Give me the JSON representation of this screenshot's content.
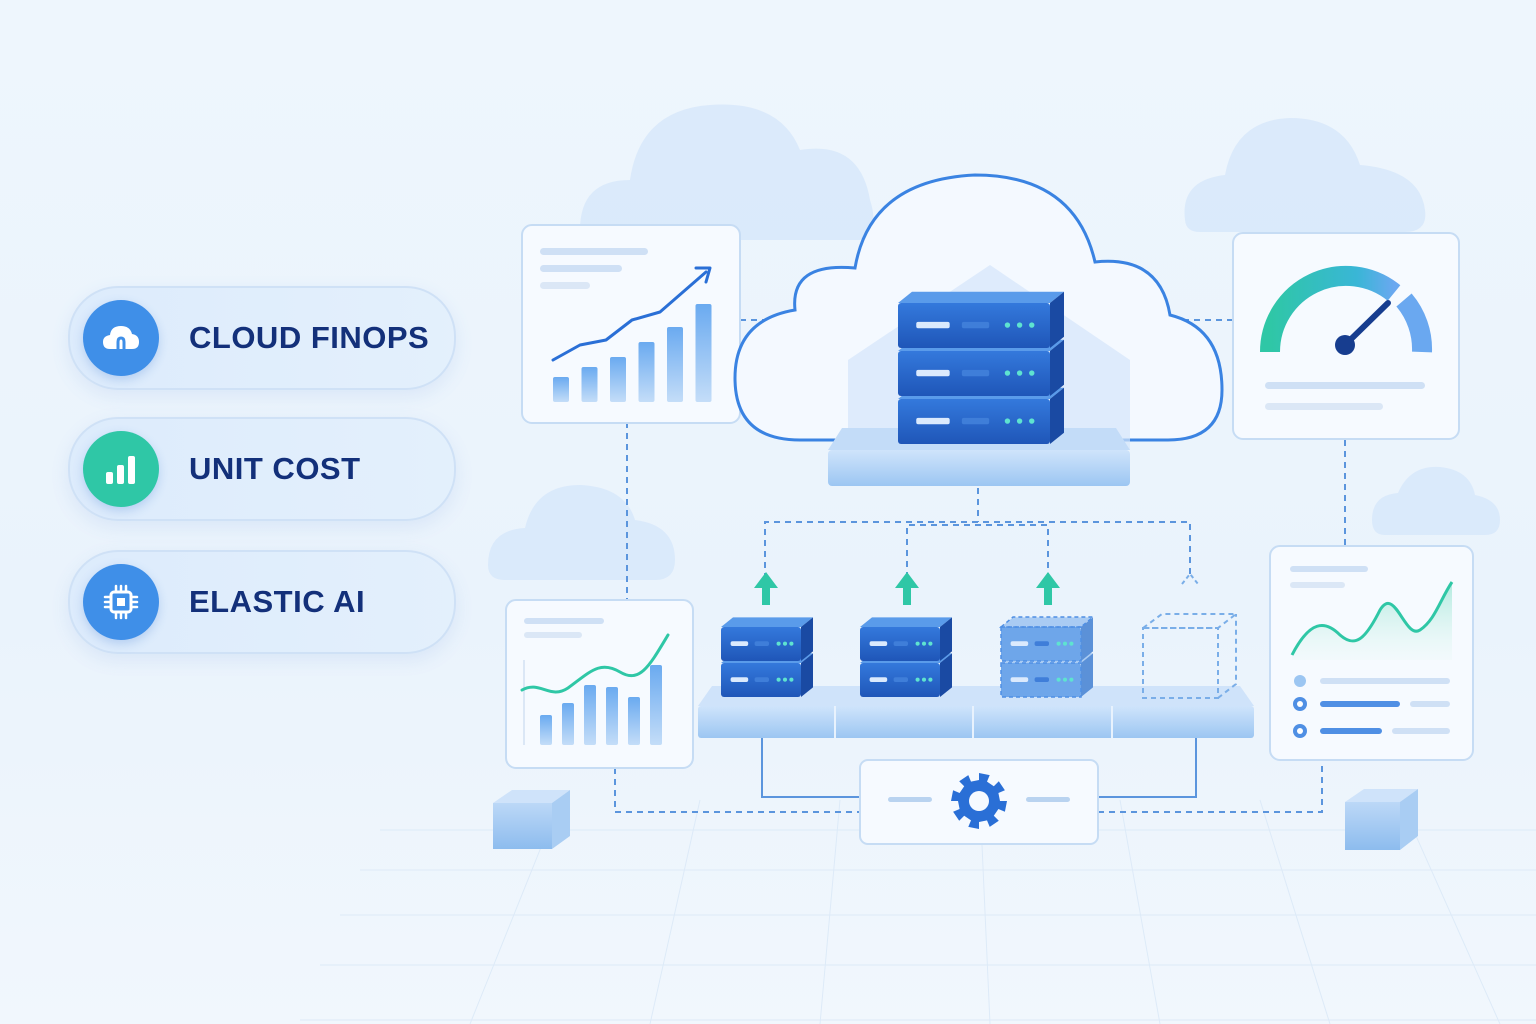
{
  "features": [
    {
      "label": "CLOUD FINOPS",
      "icon": "cloud-icon",
      "color": "#3f8fe8"
    },
    {
      "label": "UNIT COST",
      "icon": "bar-chart-icon",
      "color": "#2fc7a6"
    },
    {
      "label": "ELASTIC AI",
      "icon": "chip-icon",
      "color": "#3f8fe8"
    }
  ],
  "palette": {
    "primary": "#2a6fd6",
    "accent_teal": "#2fc7a6",
    "light_blue": "#8fc0f2",
    "navy_text": "#13307a"
  }
}
